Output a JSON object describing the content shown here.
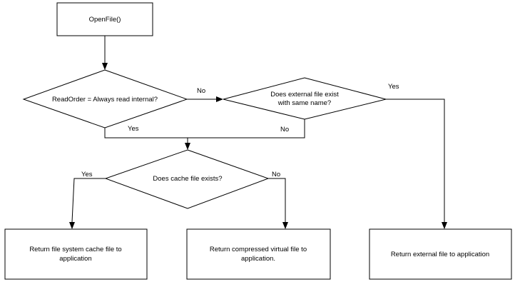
{
  "nodes": {
    "openfile": "OpenFile()",
    "read_order": "ReadOrder = Always read internal?",
    "external_exists": [
      "Does external file exist",
      "with same name?"
    ],
    "cache_exists": "Does cache file exists?",
    "return_cache": [
      "Return file system cache file to",
      "application"
    ],
    "return_virtual": [
      "Return compressed virtual file to",
      "application."
    ],
    "return_external": "Return external file to application"
  },
  "edges": {
    "read_order_no": "No",
    "read_order_yes": "Yes",
    "external_yes": "Yes",
    "external_no": "No",
    "cache_yes": "Yes",
    "cache_no": "No"
  }
}
